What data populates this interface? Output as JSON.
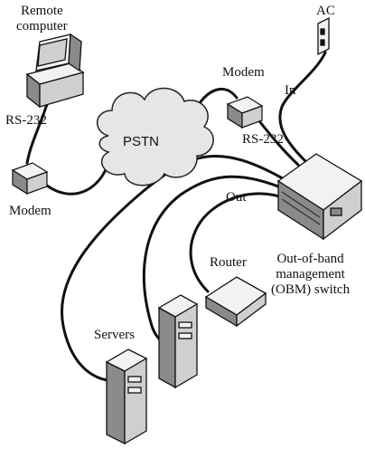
{
  "labels": {
    "remote_computer_line1": "Remote",
    "remote_computer_line2": "computer",
    "rs232_left": "RS-232",
    "modem_left": "Modem",
    "pstn": "PSTN",
    "modem_top": "Modem",
    "rs232_right": "RS-232",
    "ac": "AC",
    "in": "In",
    "out": "Out",
    "router": "Router",
    "obm_line1": "Out-of-band",
    "obm_line2": "management",
    "obm_line3": "(OBM) switch",
    "servers": "Servers"
  },
  "icons": [
    "computer-icon",
    "modem-icon",
    "modem-icon",
    "cloud-icon",
    "power-outlet-icon",
    "obm-switch-icon",
    "router-icon",
    "server-icon",
    "server-icon"
  ],
  "colors": {
    "line": "#111111",
    "fill_light": "#f2f2f2",
    "fill_mid": "#cfcfcf",
    "fill_dark": "#8a8a8a"
  }
}
